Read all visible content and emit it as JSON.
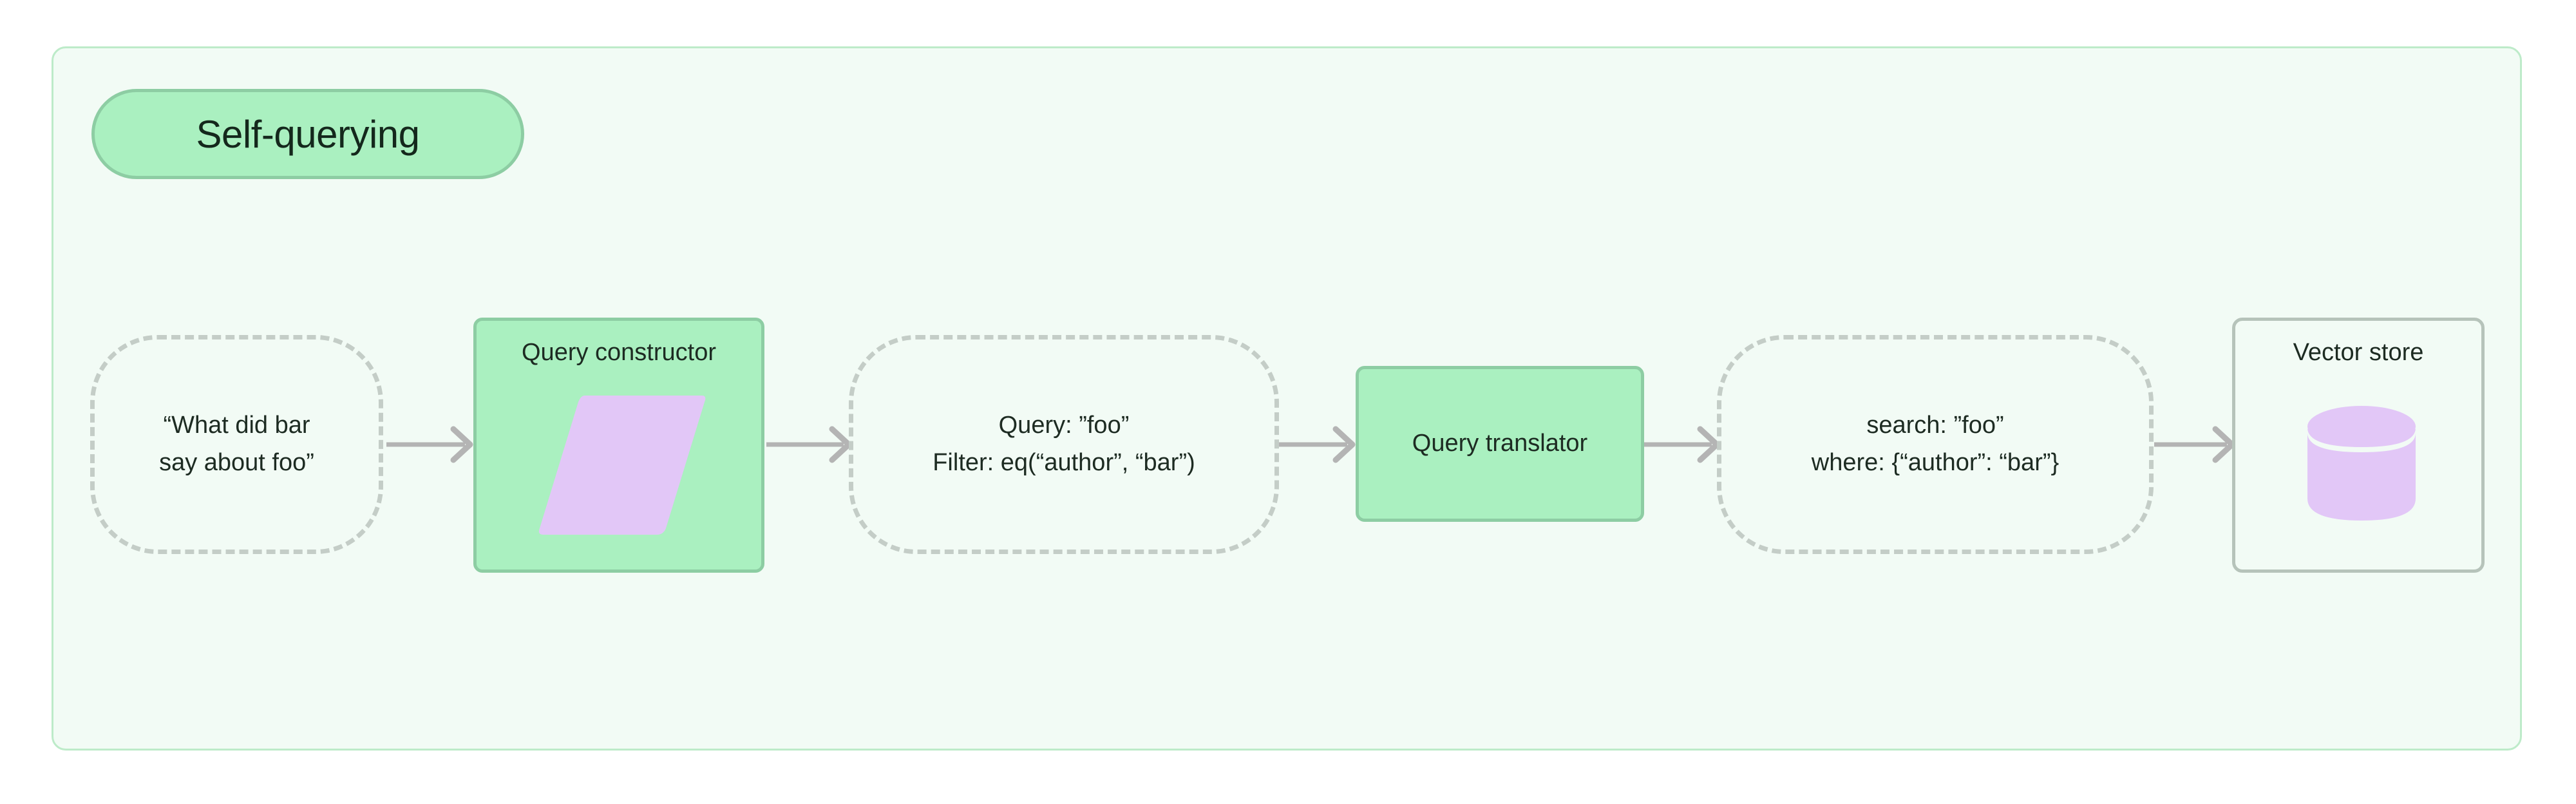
{
  "diagram": {
    "title": "Self-querying",
    "container": {
      "accent_color": "#bdebc9",
      "background_color": "#f2fbf5"
    },
    "node_colors": {
      "process_fill": "#aaf0c0",
      "process_stroke": "#8dcda3",
      "dashed_stroke": "#c4cdc7",
      "store_stroke": "#b6c3ba",
      "shape_fill": "#e2c7f7",
      "edge_color": "#b4b4b4",
      "text_color": "#1d2b22"
    },
    "nodes": [
      {
        "id": "user-question",
        "kind": "dashed",
        "text": "“What did bar\nsay about foo”"
      },
      {
        "id": "query-constructor",
        "kind": "process",
        "title": "Query constructor",
        "icon": "parallelogram-icon"
      },
      {
        "id": "structured-query",
        "kind": "dashed",
        "text": "Query: ”foo”\nFilter: eq(“author”, “bar”)"
      },
      {
        "id": "query-translator",
        "kind": "process",
        "title": "Query translator"
      },
      {
        "id": "translated-query",
        "kind": "dashed",
        "text": "search: ”foo”\nwhere: {“author”: “bar”}"
      },
      {
        "id": "vector-store",
        "kind": "store",
        "title": "Vector store",
        "icon": "database-cylinder-icon"
      }
    ],
    "edges": [
      {
        "from": "user-question",
        "to": "query-constructor"
      },
      {
        "from": "query-constructor",
        "to": "structured-query"
      },
      {
        "from": "structured-query",
        "to": "query-translator"
      },
      {
        "from": "query-translator",
        "to": "translated-query"
      },
      {
        "from": "translated-query",
        "to": "vector-store"
      }
    ]
  }
}
